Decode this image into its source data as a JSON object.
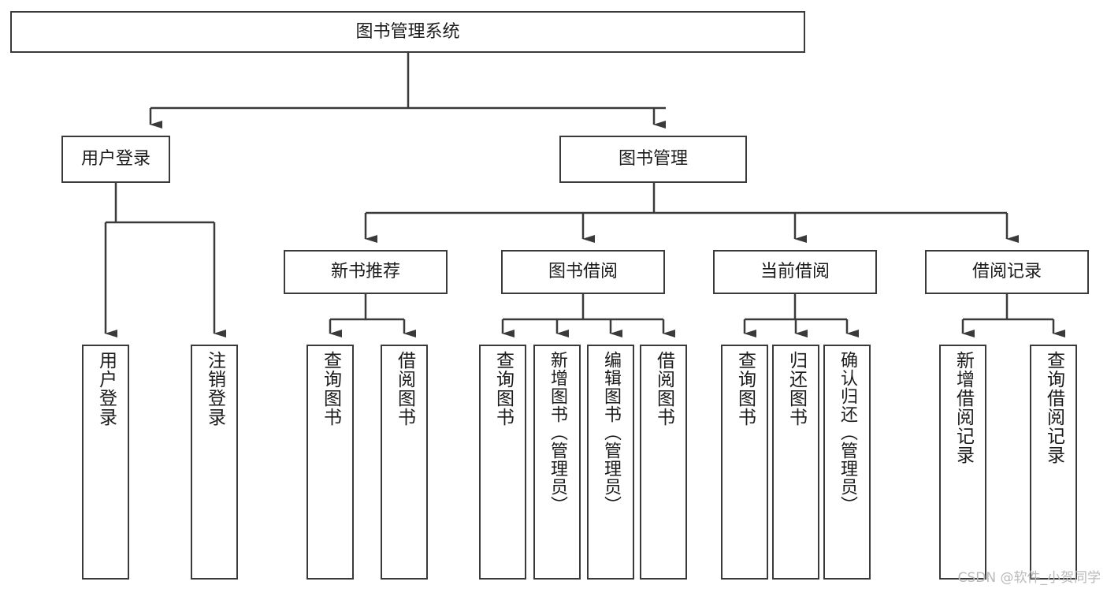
{
  "diagram": {
    "title": "图书管理系统",
    "watermark": "CSDN @软件_小贺同学",
    "colors": {
      "background": "#ffffff",
      "node_border": "#3a3a3a",
      "node_fill": "#ffffff",
      "edge": "#3a3a3a",
      "text": "#1b1b1b",
      "watermark": "#b9b9b9"
    },
    "root": {
      "label": "图书管理系统"
    },
    "level2": [
      {
        "label": "用户登录"
      },
      {
        "label": "图书管理"
      }
    ],
    "level3": [
      {
        "label": "新书推荐"
      },
      {
        "label": "图书借阅"
      },
      {
        "label": "当前借阅"
      },
      {
        "label": "借阅记录"
      }
    ],
    "leaves": {
      "user_login": [
        {
          "label": "用户登录"
        },
        {
          "label": "注销登录"
        }
      ],
      "new_book_recommend": [
        {
          "label": "查询图书"
        },
        {
          "label": "借阅图书"
        }
      ],
      "book_borrow": [
        {
          "label": "查询图书"
        },
        {
          "label": "新增图书（管理员）"
        },
        {
          "label": "编辑图书（管理员）"
        },
        {
          "label": "借阅图书"
        }
      ],
      "current_borrow": [
        {
          "label": "查询图书"
        },
        {
          "label": "归还图书"
        },
        {
          "label": "确认归还（管理员）"
        }
      ],
      "borrow_record": [
        {
          "label": "新增借阅记录"
        },
        {
          "label": "查询借阅记录"
        }
      ]
    }
  }
}
